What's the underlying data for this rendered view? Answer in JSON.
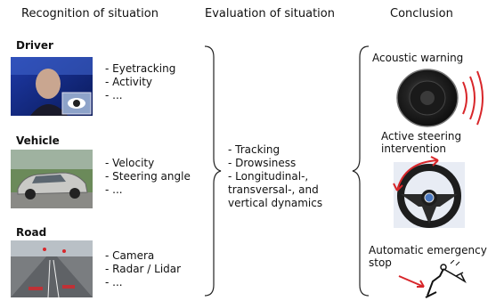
{
  "headers": {
    "recognition": "Recognition of situation",
    "evaluation": "Evaluation of situation",
    "conclusion": "Conclusion"
  },
  "recognition": {
    "driver": {
      "label": "Driver",
      "items": [
        "- Eyetracking",
        "- Activity",
        "- ..."
      ]
    },
    "vehicle": {
      "label": "Vehicle",
      "items": [
        "- Velocity",
        "- Steering angle",
        "- ..."
      ]
    },
    "road": {
      "label": "Road",
      "items": [
        "- Camera",
        "- Radar / Lidar",
        "- ..."
      ]
    }
  },
  "evaluation": {
    "items": [
      "- Tracking",
      "- Drowsiness",
      "- Longitudinal-,",
      "transversal-, and",
      "vertical dynamics"
    ]
  },
  "conclusion": {
    "acoustic": "Acoustic warning",
    "steering_line1": "Active steering",
    "steering_line2": "intervention",
    "emergency_line1": "Automatic emergency",
    "emergency_line2": "stop"
  },
  "colors": {
    "accent_red": "#d8262a"
  }
}
